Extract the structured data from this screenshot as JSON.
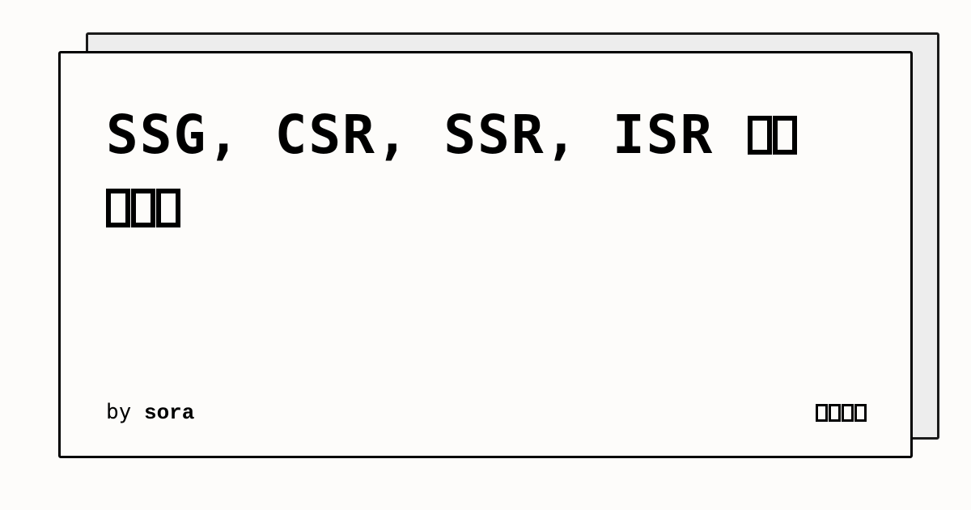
{
  "card": {
    "title": "SSG, CSR, SSR, ISR ",
    "title_tofu_line1_count": 2,
    "title_tofu_line2_count": 3,
    "author_prefix": "by",
    "author_name": "sora",
    "site_tofu_count": 4
  },
  "colors": {
    "background": "#fdfcfa",
    "back_card": "#ededed",
    "border": "#000000"
  }
}
